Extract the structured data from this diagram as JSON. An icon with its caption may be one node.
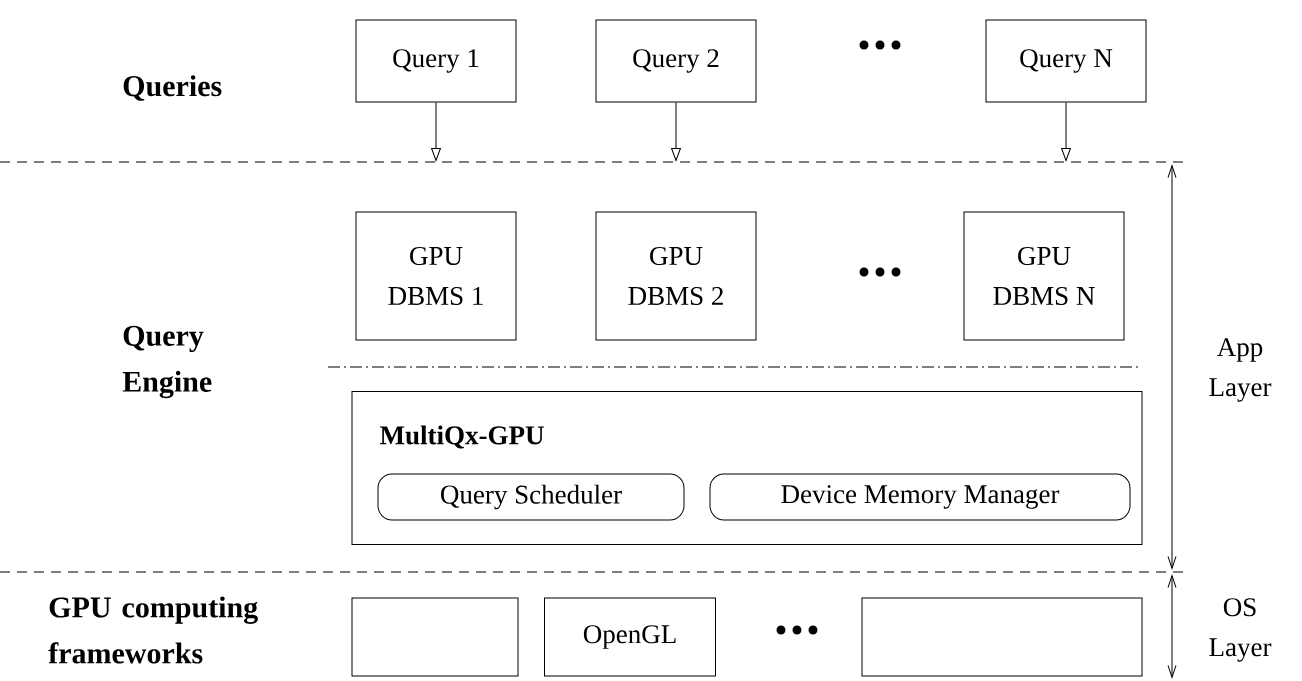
{
  "diagram": {
    "nodes": [
      {
        "text": [
          "Query 1"
        ]
      },
      {
        "text": [
          "Query 2"
        ]
      },
      {
        "text": [
          "Query N"
        ]
      },
      {
        "text": [
          "GPU DBMS 1"
        ]
      },
      {
        "text": [
          "GPU DBMS 2"
        ]
      },
      {
        "text": [
          "GPU DBMS N"
        ]
      },
      {
        "text": [
          "MultiQx-GPU"
        ]
      },
      {
        "text": [
          "Query Scheduler"
        ],
        "in": 6
      },
      {
        "text": [
          "Device Memory Manager"
        ],
        "in": 6
      },
      {
        "text": [],
        "shape": "box"
      },
      {
        "text": [
          "OpenGL"
        ]
      },
      {
        "text": [],
        "shape": "box"
      }
    ],
    "edges": [
      {
        "from": 0,
        "to": null,
        "arrow": "to"
      },
      {
        "from": 1,
        "to": null,
        "arrow": "to"
      },
      {
        "from": 2,
        "to": null,
        "arrow": "to"
      }
    ],
    "labels": [
      "Queries",
      "Query Engine",
      "App Layer",
      "GPU computing frameworks",
      "OS Layer"
    ]
  }
}
